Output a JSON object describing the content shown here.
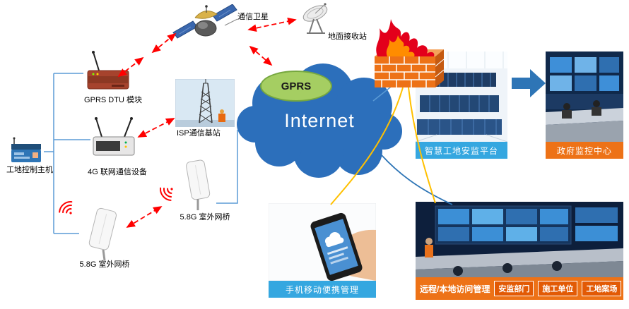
{
  "nodes": {
    "site_host": "工地控制主机",
    "gprs_dtu": "GPRS DTU 模块",
    "dev_4g": "4G 联网通信设备",
    "bridge_left": "5.8G 室外网桥",
    "bridge_mid": "5.8G 室外网桥",
    "satellite": "通信卫星",
    "ground_station": "地面接收站",
    "isp_station": "ISP通信基站",
    "gprs_badge": "GPRS",
    "internet": "Internet"
  },
  "panels": {
    "platform": "智慧工地安监平台",
    "gov_center": "政府监控中心",
    "mobile": "手机移动便携管理"
  },
  "access_bar": {
    "title": "远程/本地访问管理",
    "buttons": [
      "安监部门",
      "施工单位",
      "工地案场"
    ]
  },
  "colors": {
    "cloud": "#2C6FBB",
    "gprs_fill": "#A5CE62",
    "gprs_stroke": "#76A73F",
    "blue_bar": "#35A7E0",
    "orange_bar": "#ED7217",
    "btn_orange": "#E25A05",
    "arrow_red": "#FF0000",
    "line_blue": "#5B9BD5",
    "line_yellow": "#FFC000",
    "big_arrow": "#2E75B6"
  }
}
